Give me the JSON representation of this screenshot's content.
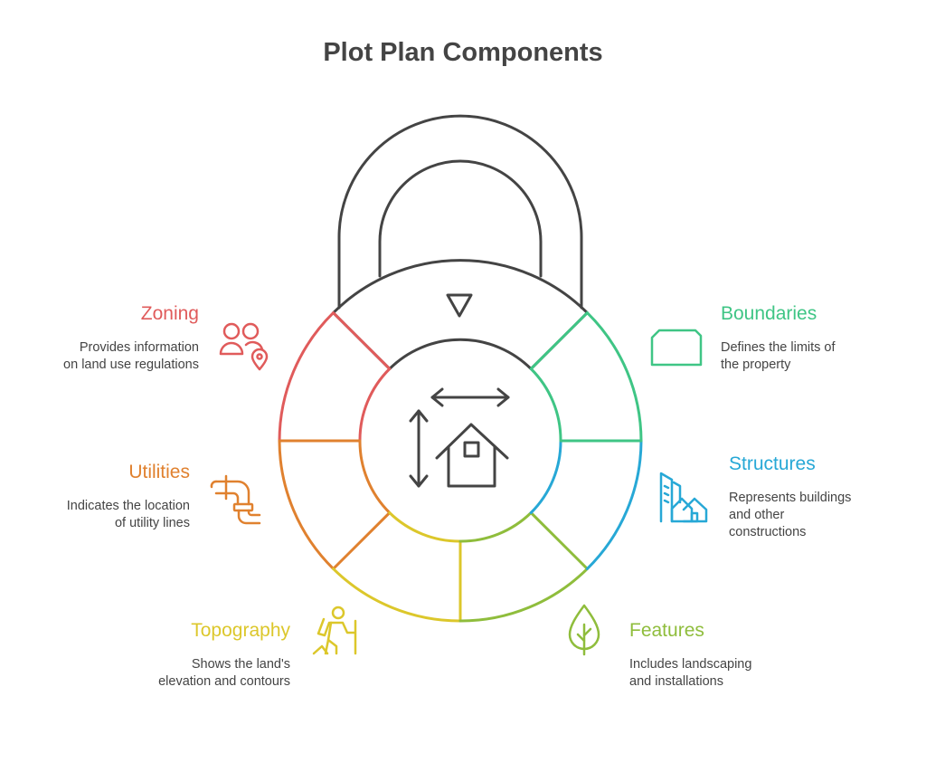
{
  "title": "Plot Plan Components",
  "colors": {
    "dark": "#444444",
    "zoning": "#e05b5b",
    "utilities": "#e0812f",
    "topography": "#dcc72b",
    "features": "#8fbd3c",
    "structures": "#27a8d6",
    "boundaries": "#3fc585"
  },
  "center_icons": [
    "horizontal-arrow-icon",
    "vertical-arrow-icon",
    "house-icon"
  ],
  "items": {
    "zoning": {
      "heading": "Zoning",
      "lines": [
        "Provides information",
        "on land use regulations"
      ],
      "icon": "people-location-icon"
    },
    "utilities": {
      "heading": "Utilities",
      "lines": [
        "Indicates the location",
        "of utility lines"
      ],
      "icon": "pipe-icon"
    },
    "topography": {
      "heading": "Topography",
      "lines": [
        "Shows the land's",
        "elevation and contours"
      ],
      "icon": "hiker-icon"
    },
    "boundaries": {
      "heading": "Boundaries",
      "lines": [
        "Defines the limits of",
        "the property"
      ],
      "icon": "boundary-shape-icon"
    },
    "structures": {
      "heading": "Structures",
      "lines": [
        "Represents buildings",
        "and other",
        "constructions"
      ],
      "icon": "buildings-icon"
    },
    "features": {
      "heading": "Features",
      "lines": [
        "Includes landscaping",
        "and installations"
      ],
      "icon": "tree-icon"
    }
  }
}
